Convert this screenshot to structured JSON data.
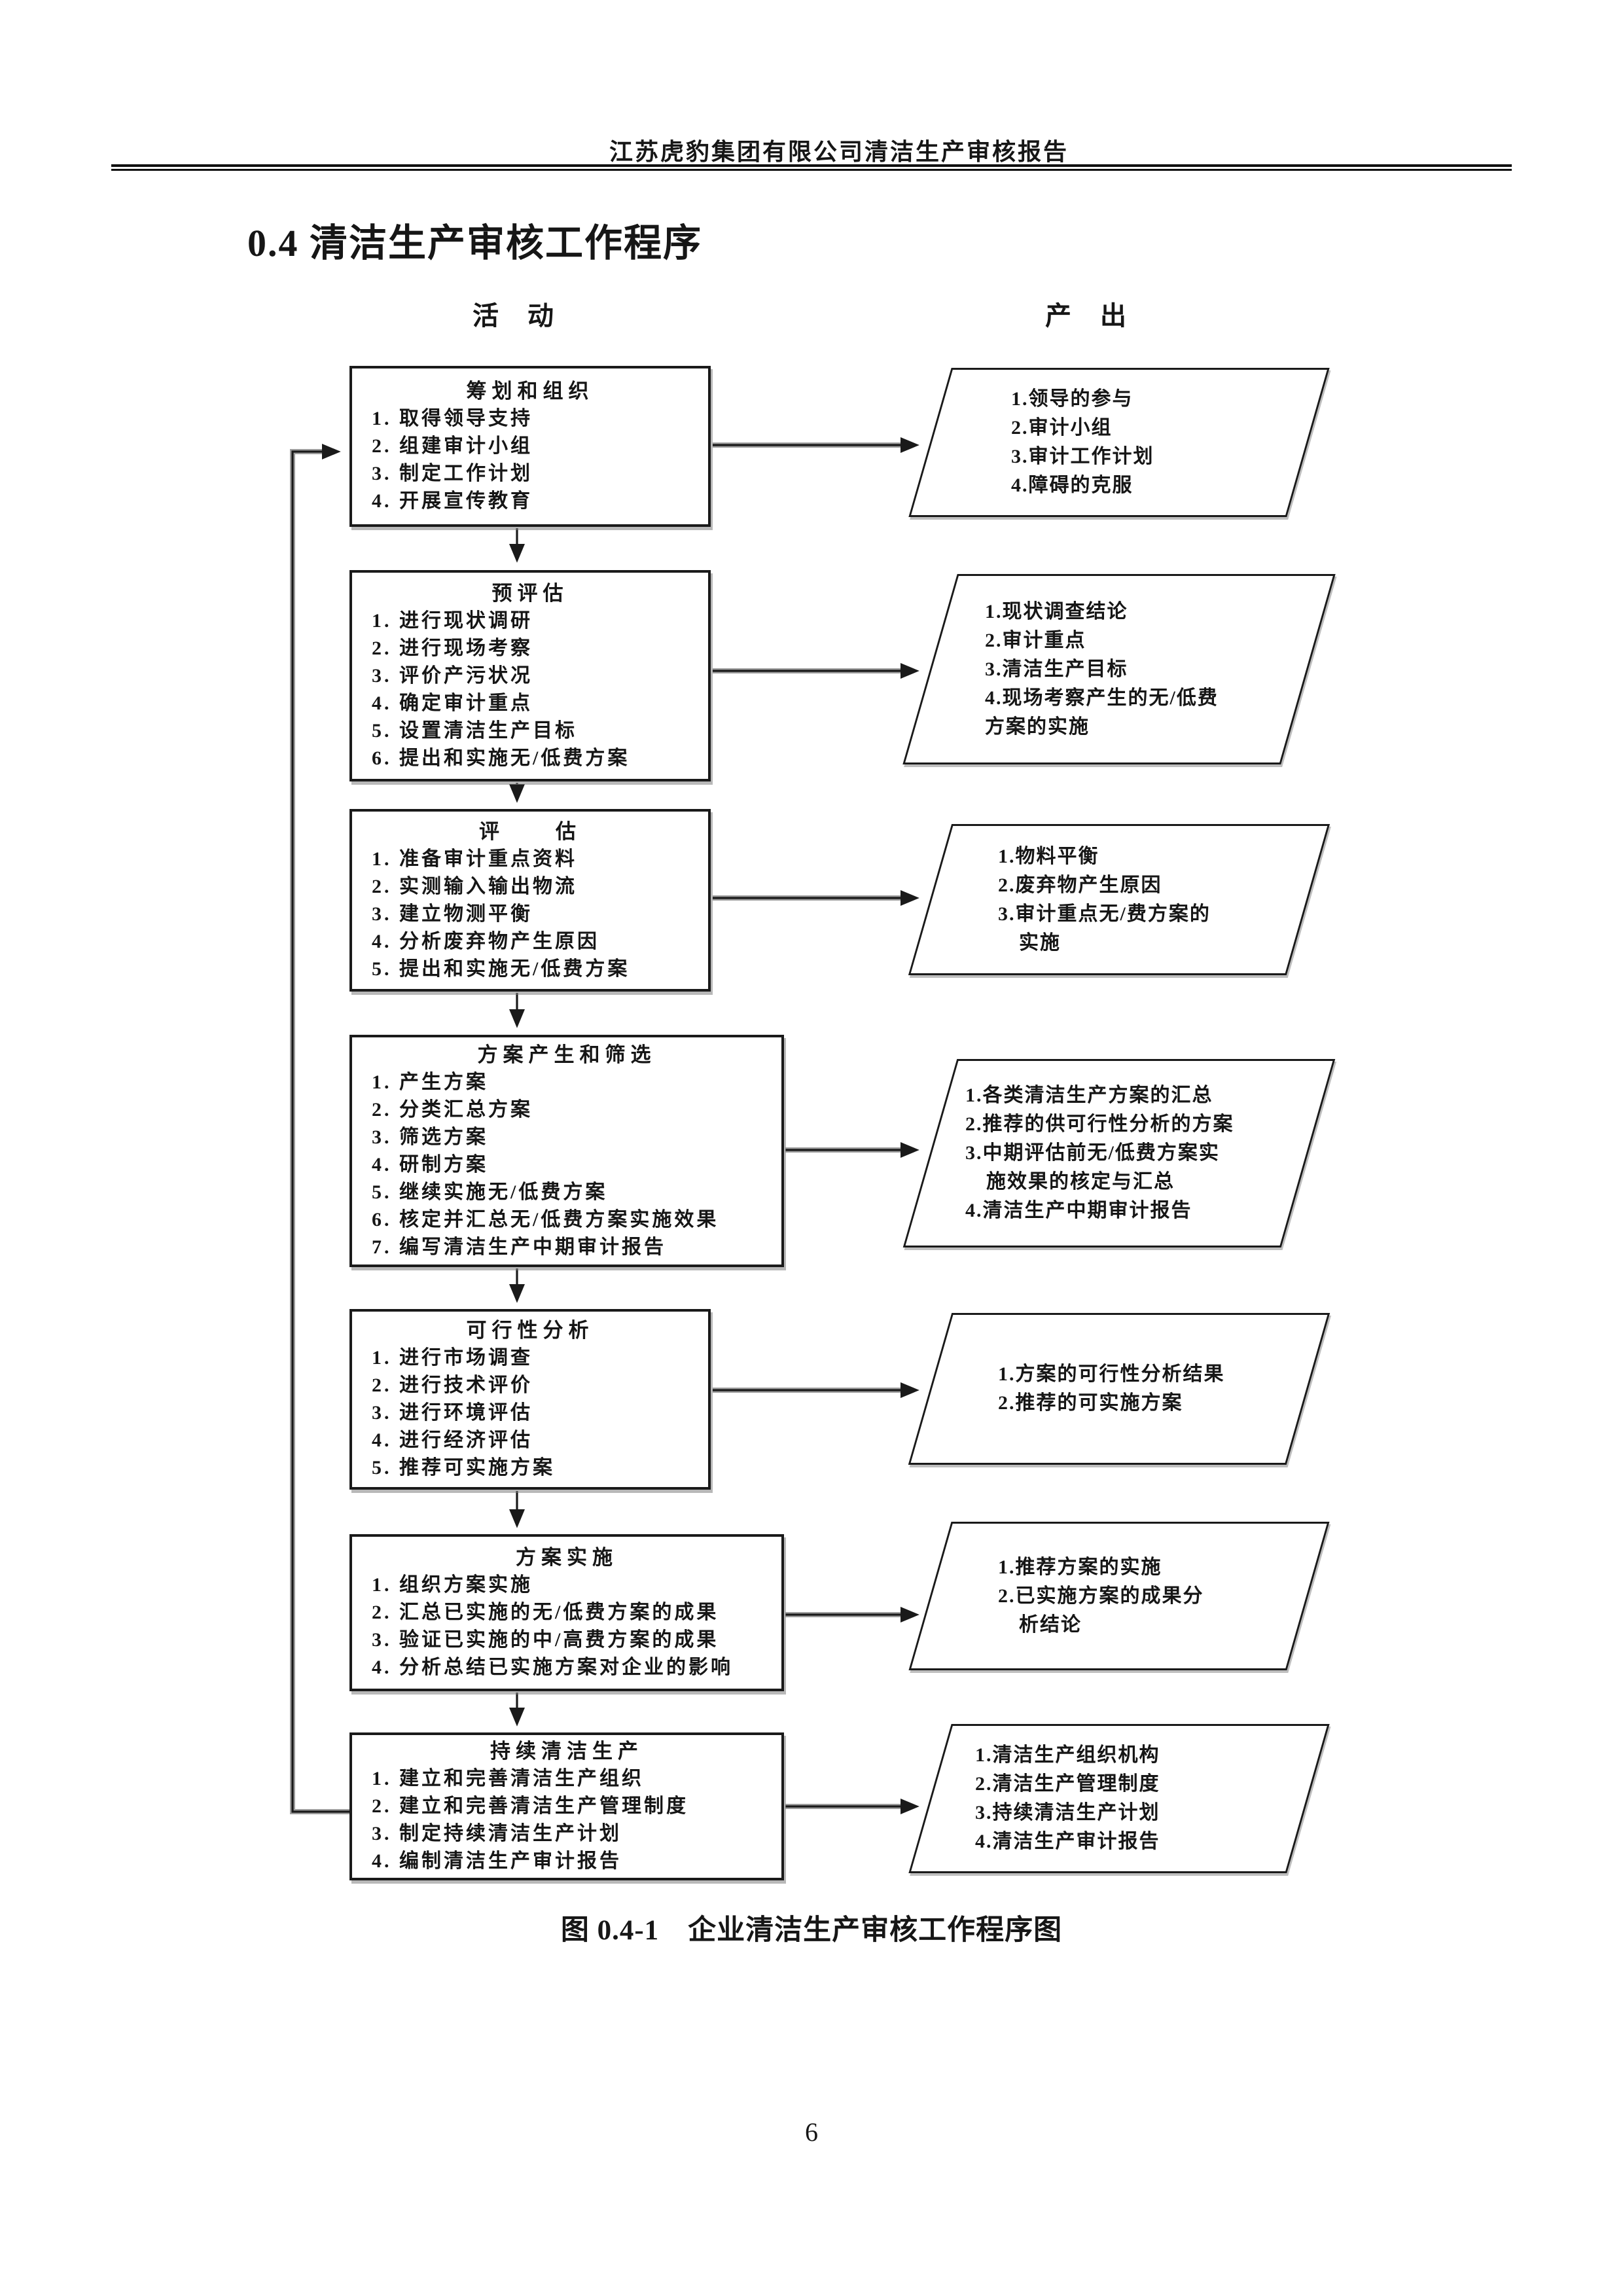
{
  "page": {
    "header": "江苏虎豹集团有限公司清洁生产审核报告",
    "section_title": "0.4 清洁生产审核工作程序",
    "column_headers": {
      "left": "活　动",
      "right": "产　出"
    },
    "caption": "图 0.4-1　企业清洁生产审核工作程序图",
    "page_number": "6"
  },
  "flow": {
    "stages": [
      {
        "title": "筹划和组织",
        "items": [
          "1. 取得领导支持",
          "2. 组建审计小组",
          "3. 制定工作计划",
          "4. 开展宣传教育"
        ],
        "outputs": [
          "1.领导的参与",
          "2.审计小组",
          "3.审计工作计划",
          "4.障碍的克服"
        ]
      },
      {
        "title": "预评估",
        "items": [
          "1. 进行现状调研",
          "2. 进行现场考察",
          "3. 评价产污状况",
          "4. 确定审计重点",
          "5. 设置清洁生产目标",
          "6. 提出和实施无/低费方案"
        ],
        "outputs": [
          "1.现状调查结论",
          "2.审计重点",
          "3.清洁生产目标",
          "4.现场考察产生的无/低费\n方案的实施"
        ]
      },
      {
        "title": "评　　估",
        "items": [
          "1. 准备审计重点资料",
          "2. 实测输入输出物流",
          "3. 建立物测平衡",
          "4. 分析废弃物产生原因",
          "5. 提出和实施无/低费方案"
        ],
        "outputs": [
          "1.物料平衡",
          "2.废弃物产生原因",
          "3.审计重点无/费方案的\n　实施"
        ]
      },
      {
        "title": "方案产生和筛选",
        "items": [
          "1. 产生方案",
          "2. 分类汇总方案",
          "3. 筛选方案",
          "4. 研制方案",
          "5. 继续实施无/低费方案",
          "6. 核定并汇总无/低费方案实施效果",
          "7. 编写清洁生产中期审计报告"
        ],
        "outputs": [
          "1.各类清洁生产方案的汇总",
          "2.推荐的供可行性分析的方案",
          "3.中期评估前无/低费方案实\n　施效果的核定与汇总",
          "4.清洁生产中期审计报告"
        ]
      },
      {
        "title": "可行性分析",
        "items": [
          "1. 进行市场调查",
          "2. 进行技术评价",
          "3. 进行环境评估",
          "4. 进行经济评估",
          "5. 推荐可实施方案"
        ],
        "outputs": [
          "1.方案的可行性分析结果",
          "2.推荐的可实施方案"
        ]
      },
      {
        "title": "方案实施",
        "items": [
          "1. 组织方案实施",
          "2. 汇总已实施的无/低费方案的成果",
          "3. 验证已实施的中/高费方案的成果",
          "4. 分析总结已实施方案对企业的影响"
        ],
        "outputs": [
          "1.推荐方案的实施",
          "2.已实施方案的成果分\n　析结论"
        ]
      },
      {
        "title": "持续清洁生产",
        "items": [
          "1. 建立和完善清洁生产组织",
          "2. 建立和完善清洁生产管理制度",
          "3. 制定持续清洁生产计划",
          "4. 编制清洁生产审计报告"
        ],
        "outputs": [
          "1.清洁生产组织机构",
          "2.清洁生产管理制度",
          "3.持续清洁生产计划",
          "4.清洁生产审计报告"
        ]
      }
    ]
  }
}
